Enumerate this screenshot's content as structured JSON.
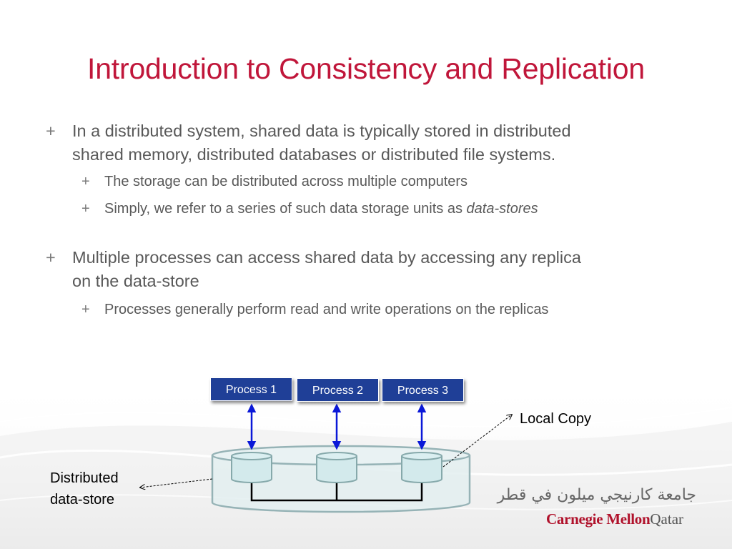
{
  "slide": {
    "title": "Introduction to Consistency and Replication",
    "bullet_marker": "+",
    "bullets": [
      {
        "lines": [
          "In a distributed system, shared data is typically stored in distributed",
          "shared memory, distributed databases or distributed file systems."
        ],
        "sub": [
          {
            "text": "The storage can be distributed across multiple computers"
          },
          {
            "text": "Simply, we refer to a series of such data storage units as ",
            "emphasis": "data-stores"
          }
        ]
      },
      {
        "lines": [
          "Multiple processes can access shared data by accessing any replica",
          "on the data-store"
        ],
        "sub": [
          {
            "text": "Processes generally perform read and write operations on the replicas"
          }
        ]
      }
    ]
  },
  "diagram": {
    "processes": [
      "Process 1",
      "Process 2",
      "Process 3"
    ],
    "local_copy_label": "Local Copy",
    "datastore_label_lines": [
      "Distributed",
      "data-store"
    ],
    "colors": {
      "process_box": "#1f3f97",
      "arrow": "#0a18d8",
      "cylinder_fill": "#d3eaec",
      "cylinder_stroke": "#86a9ab",
      "store_fill": "#e3eef0",
      "store_stroke": "#96b3b6"
    }
  },
  "logo": {
    "arabic": "جامعة كارنيجي ميلون في قطر",
    "name": "Carnegie Mellon",
    "suffix": "Qatar"
  },
  "theme": {
    "title_color": "#c0163a",
    "body_color": "#595959"
  }
}
